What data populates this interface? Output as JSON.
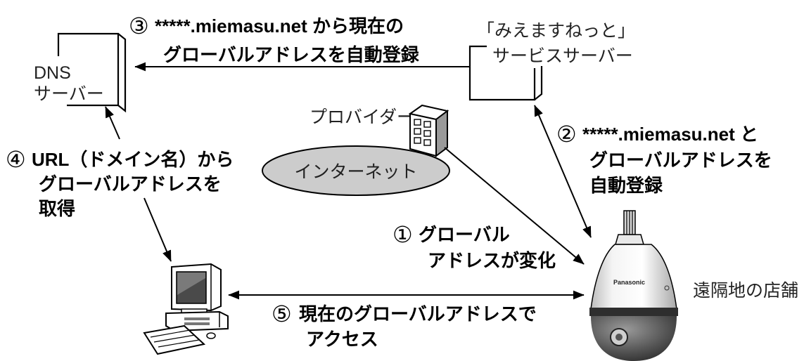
{
  "dns_server": {
    "line1": "DNS",
    "line2": "サーバー"
  },
  "service_server": {
    "line1": "「みえますねっと」",
    "line2": "サービスサーバー"
  },
  "provider": {
    "label": "プロバイダー"
  },
  "internet": {
    "label": "インターネット"
  },
  "remote_store": {
    "label": "遠隔地の店舗"
  },
  "camera": {
    "logo": "Panasonic"
  },
  "steps": [
    {
      "num": "①",
      "lines": [
        "グローバル",
        "アドレスが変化"
      ]
    },
    {
      "num": "②",
      "lines": [
        "*****.miemasu.net と",
        "グローバルアドレスを",
        "自動登録"
      ]
    },
    {
      "num": "③",
      "lines": [
        "*****.miemasu.net から現在の",
        "グローバルアドレスを自動登録"
      ]
    },
    {
      "num": "④",
      "lines": [
        "URL（ドメイン名）から",
        "グローバルアドレスを",
        "取得"
      ]
    },
    {
      "num": "⑤",
      "lines": [
        "現在のグローバルアドレスで",
        "アクセス"
      ]
    }
  ],
  "colors": {
    "internet_fill": "#cccccc",
    "line": "#000000",
    "camera_dome": "#555555"
  }
}
